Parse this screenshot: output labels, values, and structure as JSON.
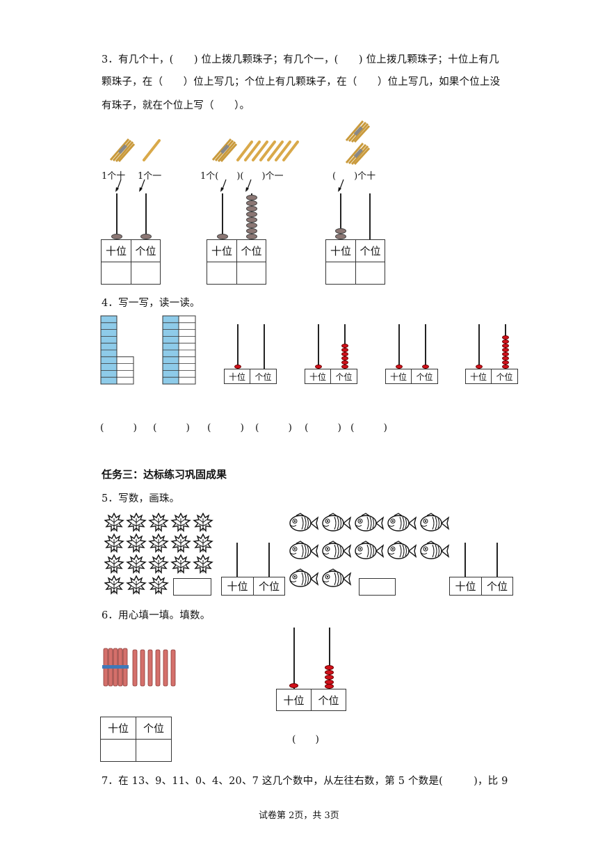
{
  "q3": {
    "line1": "3．有几个十，(　　) 位上拨几颗珠子；有几个一，(　　) 位上拨几颗珠子；十位上有几",
    "line2": "颗珠子，在（　　）位上写几；个位上有几颗珠子，在（　　）位上写几，如果个位上没",
    "line3": "有珠子，就在个位上写（　　）。",
    "group1_label_a": "1个十",
    "group1_label_b": "1个一",
    "group2_label": "1个(　　)(　　)个一",
    "group3_label": "(　　)个十"
  },
  "place": {
    "tens": "十位",
    "ones": "个位"
  },
  "q4": {
    "title": "4．写一写，读一读。",
    "answers": [
      "(　　　)",
      "(　　　)",
      "(　　　)",
      "(　　　)",
      "(　　　)",
      "(　　　)"
    ]
  },
  "section3": {
    "title": "任务三：达标练习巩固成果"
  },
  "q5": {
    "title": "5．写数，画珠。"
  },
  "q6": {
    "title": "6．用心填一填。填数。",
    "answer": "(　　)"
  },
  "q7": {
    "text": "7．在 13、9、11、0、4、20、7 这几个数中，从左往右数，第 5 个数是(　　　)，比 9"
  },
  "footer": {
    "text": "试卷第 2页，共 3页"
  }
}
